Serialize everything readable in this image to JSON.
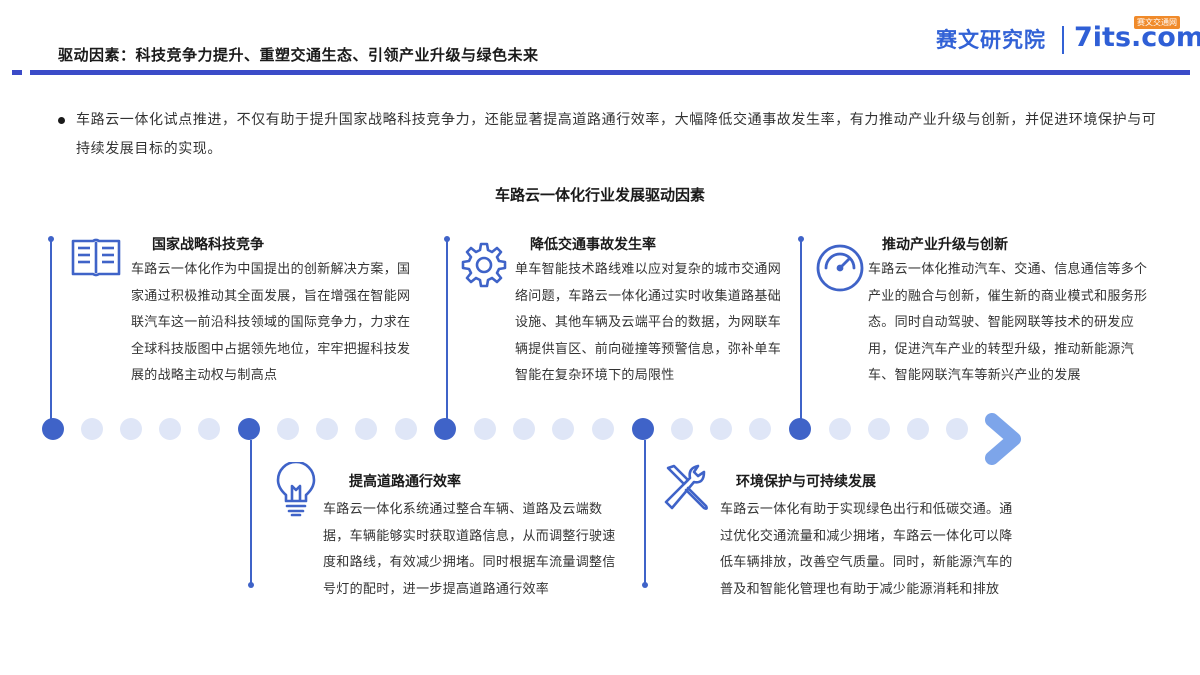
{
  "header": {
    "title": "驱动因素：科技竞争力提升、重塑交通生态、引领产业升级与绿色未来",
    "logo_cn": "赛文研究院",
    "logo_en": "7its.com",
    "logo_badge": "赛文交通网"
  },
  "intro": {
    "text": "车路云一体化试点推进，不仅有助于提升国家战略科技竞争力，还能显著提高道路通行效率，大幅降低交通事故发生率，有力推动产业升级与创新，并促进环境保护与可持续发展目标的实现。"
  },
  "section": {
    "title": "车路云一体化行业发展驱动因素"
  },
  "factors": [
    {
      "title": "国家战略科技竞争",
      "icon": "book-icon",
      "text": "车路云一体化作为中国提出的创新解决方案，国家通过积极推动其全面发展，旨在增强在智能网联汽车这一前沿科技领域的国际竞争力，力求在全球科技版图中占据领先地位，牢牢把握科技发展的战略主动权与制高点"
    },
    {
      "title": "降低交通事故发生率",
      "icon": "gear-icon",
      "text": "单车智能技术路线难以应对复杂的城市交通网络问题，车路云一体化通过实时收集道路基础设施、其他车辆及云端平台的数据，为网联车辆提供盲区、前向碰撞等预警信息，弥补单车智能在复杂环境下的局限性"
    },
    {
      "title": "推动产业升级与创新",
      "icon": "gauge-icon",
      "text": "车路云一体化推动汽车、交通、信息通信等多个产业的融合与创新，催生新的商业模式和服务形态。同时自动驾驶、智能网联等技术的研发应用，促进汽车产业的转型升级，推动新能源汽车、智能网联汽车等新兴产业的发展"
    },
    {
      "title": "提高道路通行效率",
      "icon": "lightbulb-icon",
      "text": "车路云一体化系统通过整合车辆、道路及云端数据，车辆能够实时获取道路信息，从而调整行驶速度和路线，有效减少拥堵。同时根据车流量调整信号灯的配时，进一步提高道路通行效率"
    },
    {
      "title": "环境保护与可持续发展",
      "icon": "tools-icon",
      "text": "车路云一体化有助于实现绿色出行和低碳交通。通过优化交通流量和减少拥堵，车路云一体化可以降低车辆排放，改善空气质量。同时，新能源汽车的普及和智能化管理也有助于减少能源消耗和排放"
    }
  ],
  "colors": {
    "accent": "#3f63c8",
    "rule": "#3b4bc8",
    "dot_light": "#dfe6f7",
    "arrow": "#6f9be8"
  }
}
